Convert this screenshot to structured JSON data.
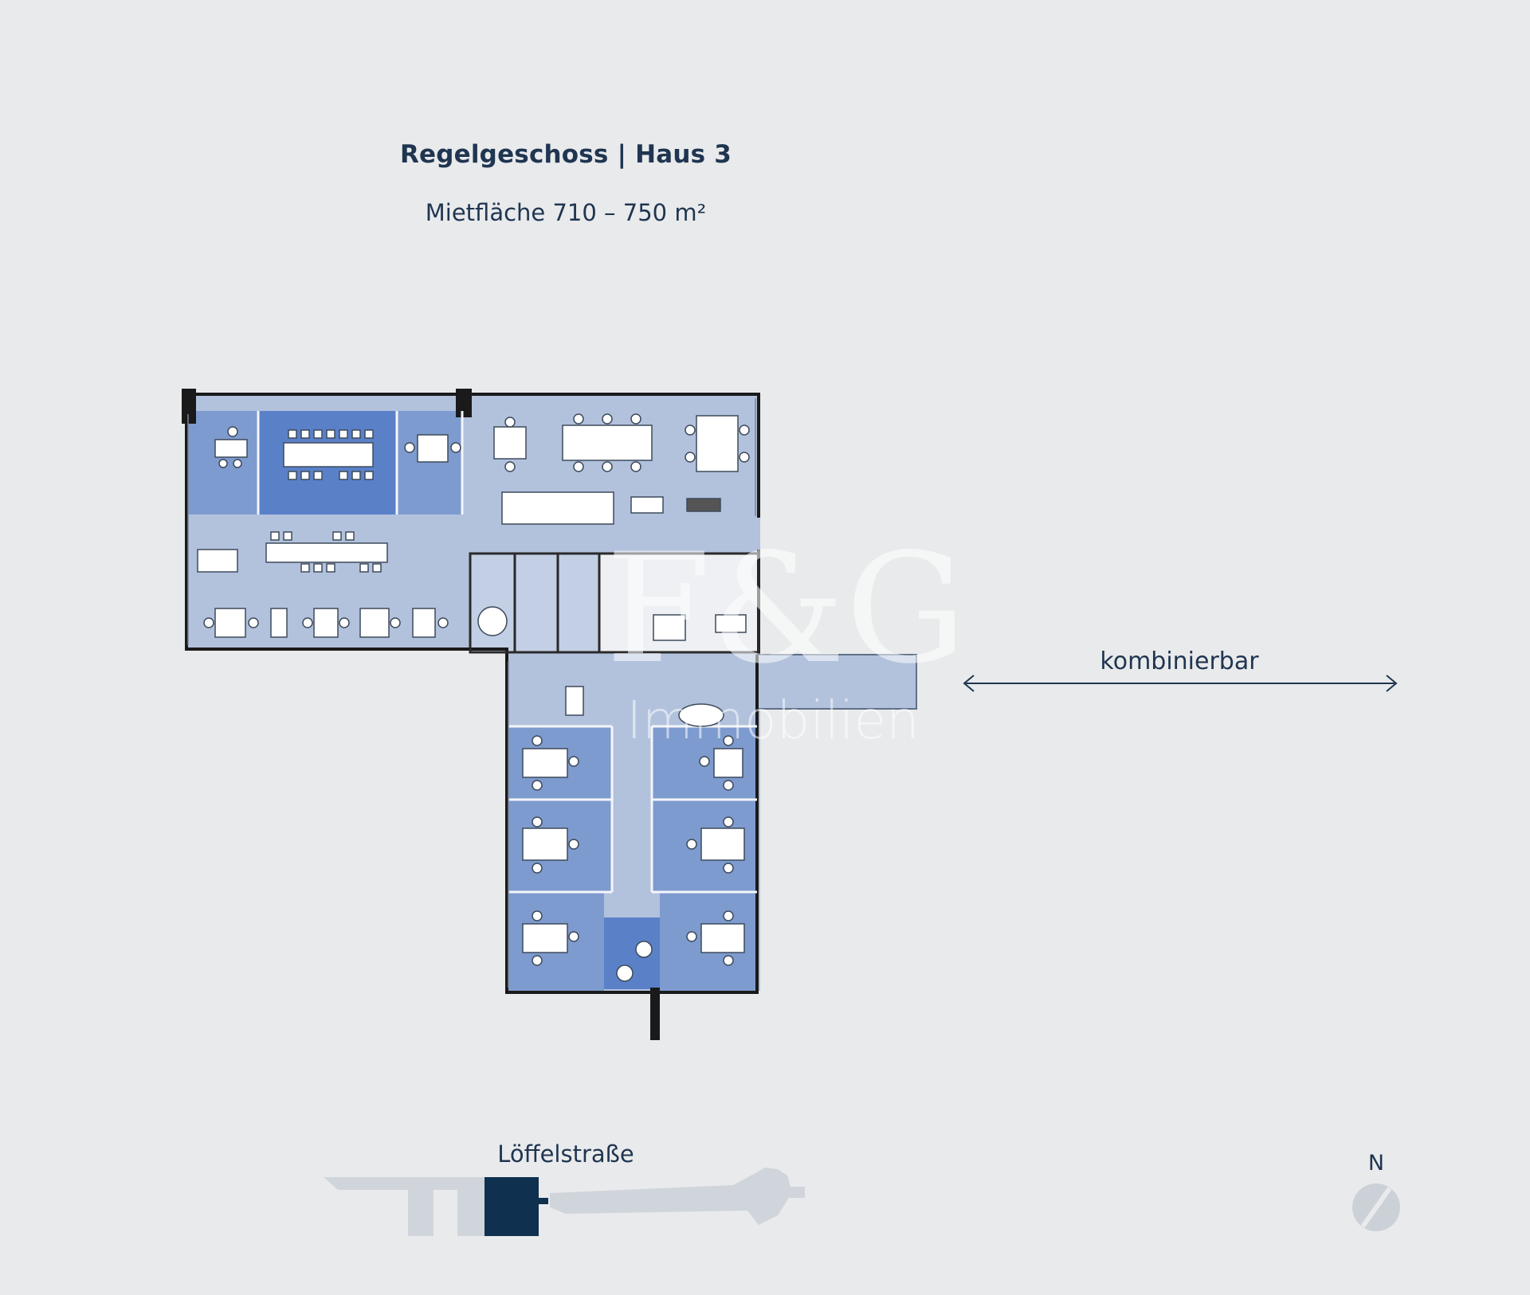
{
  "header": {
    "title": "Regelgeschoss | Haus 3",
    "subtitle": "Mietfläche 710 – 750 m²"
  },
  "plan": {
    "combinable_label": "kombinierbar",
    "watermark": {
      "logo": "F&G",
      "word": "Immobilien"
    }
  },
  "site_plan": {
    "street_label": "Löffelstraße"
  },
  "compass": {
    "label": "N",
    "icon": "north-compass-icon"
  },
  "colors": {
    "background": "#e9eaec",
    "text": "#1f3550",
    "open_area": "#b2c2dd",
    "office_room": "#7e9bcf",
    "meeting_room": "#5a80c8",
    "wall": "#1a1a1a",
    "highlight_building": "#10304f",
    "neighbor_buildings": "#d0d5db"
  }
}
